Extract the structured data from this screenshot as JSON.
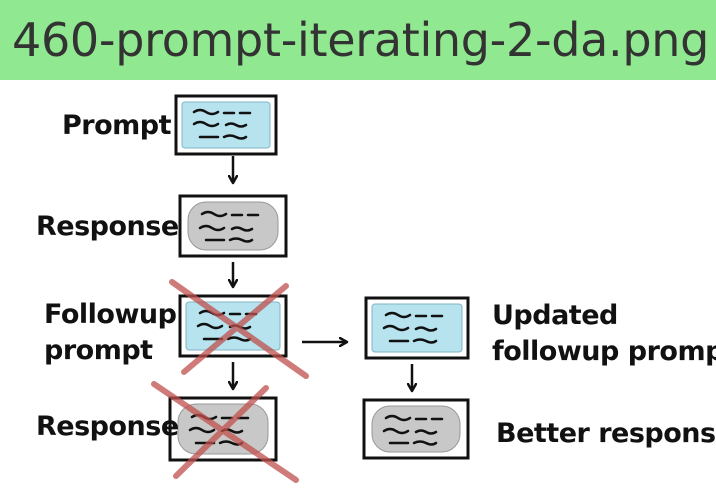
{
  "banner": {
    "title": "460-prompt-iterating-2-da.png"
  },
  "labels": {
    "prompt": "Prompt",
    "response_1": "Response",
    "followup_line1": "Followup",
    "followup_line2": "prompt",
    "response_2": "Response",
    "updated_line1": "Updated",
    "updated_line2": "followup prompt",
    "better_response": "Better response"
  },
  "colors": {
    "banner_bg": "#90e890",
    "prompt_fill": "#b7e3ee",
    "response_fill": "#c8c8c8",
    "cross": "#c0504d",
    "ink": "#111111"
  }
}
